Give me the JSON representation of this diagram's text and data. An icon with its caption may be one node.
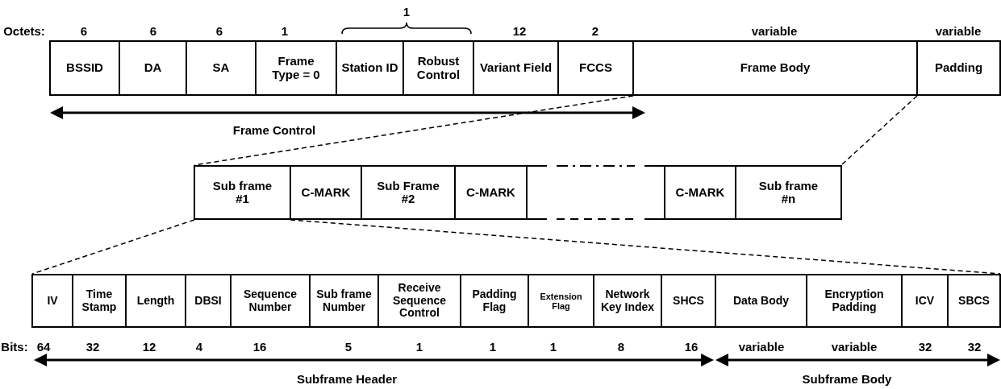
{
  "diagram": {
    "nodes": [
      {
        "text": [
          "BSSID"
        ]
      },
      {
        "text": [
          "DA"
        ]
      },
      {
        "text": [
          "SA"
        ]
      },
      {
        "text": [
          "Frame Type = 0"
        ]
      },
      {
        "text": [
          "Station ID"
        ]
      },
      {
        "text": [
          "Robust Control"
        ]
      },
      {
        "text": [
          "Variant Field"
        ]
      },
      {
        "text": [
          "FCCS"
        ]
      },
      {
        "text": [
          "Frame Body"
        ]
      },
      {
        "text": [
          "Padding"
        ]
      },
      {
        "text": [
          "Sub frame #1"
        ]
      },
      {
        "text": [
          "C-MARK"
        ]
      },
      {
        "text": [
          "Sub Frame #2"
        ]
      },
      {
        "text": [
          "C-MARK"
        ]
      },
      {
        "text": [],
        "shape": "box"
      },
      {
        "text": [
          "C-MARK"
        ]
      },
      {
        "text": [
          "Sub frame #n"
        ]
      },
      {
        "text": [
          "IV"
        ]
      },
      {
        "text": [
          "Time Stamp"
        ]
      },
      {
        "text": [
          "Length"
        ]
      },
      {
        "text": [
          "DBSI"
        ]
      },
      {
        "text": [
          "Sequence Number"
        ]
      },
      {
        "text": [
          "Sub frame Number"
        ]
      },
      {
        "text": [
          "Receive Sequence Control"
        ]
      },
      {
        "text": [
          "Padding Flag"
        ]
      },
      {
        "text": [
          "Extension Flag"
        ]
      },
      {
        "text": [
          "Network Key Index"
        ]
      },
      {
        "text": [
          "SHCS"
        ]
      },
      {
        "text": [
          "Data Body"
        ]
      },
      {
        "text": [
          "Encryption Padding"
        ]
      },
      {
        "text": [
          "ICV"
        ]
      },
      {
        "text": [
          "SBCS"
        ]
      }
    ],
    "edges": [
      {
        "from": 8,
        "to": 10,
        "arrow": "none",
        "style": "dashed"
      },
      {
        "from": 8,
        "to": 16,
        "arrow": "none",
        "style": "dashed"
      },
      {
        "from": 10,
        "to": 17,
        "arrow": "none",
        "style": "dashed"
      },
      {
        "from": 10,
        "to": 31,
        "arrow": "none",
        "style": "dashed"
      }
    ],
    "labels": [
      "1",
      "Octets:",
      "6",
      "6",
      "6",
      "1",
      "12",
      "2",
      "variable",
      "variable",
      "Frame Control",
      "Bits:",
      "64",
      "32",
      "12",
      "4",
      "16",
      "5",
      "1",
      "1",
      "1",
      "8",
      "16",
      "variable",
      "variable",
      "32",
      "32",
      "Subframe Header",
      "Subframe Body"
    ]
  }
}
